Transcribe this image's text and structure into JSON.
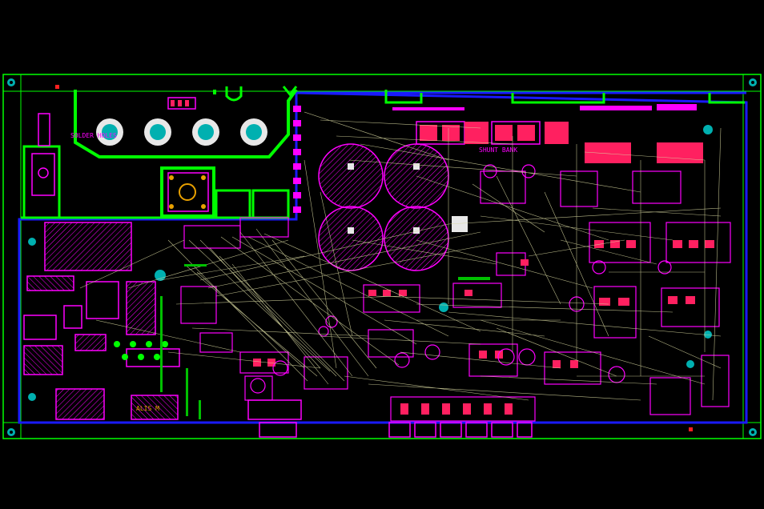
{
  "labels": {
    "solder_holes": "SOLDER HOLES",
    "shunt_bank": "SHUNT BANK",
    "connector_text": "ALIS M"
  },
  "colors": {
    "background": "#000000",
    "outline_green": "#00ff00",
    "board_edge_blue": "#1a1aff",
    "component_magenta": "#ff00ff",
    "pad_pink": "#ff2060",
    "ratsnest": "#d8d8a0",
    "teal_pad": "#00b0b0",
    "white_pad": "#e8e8e8"
  }
}
